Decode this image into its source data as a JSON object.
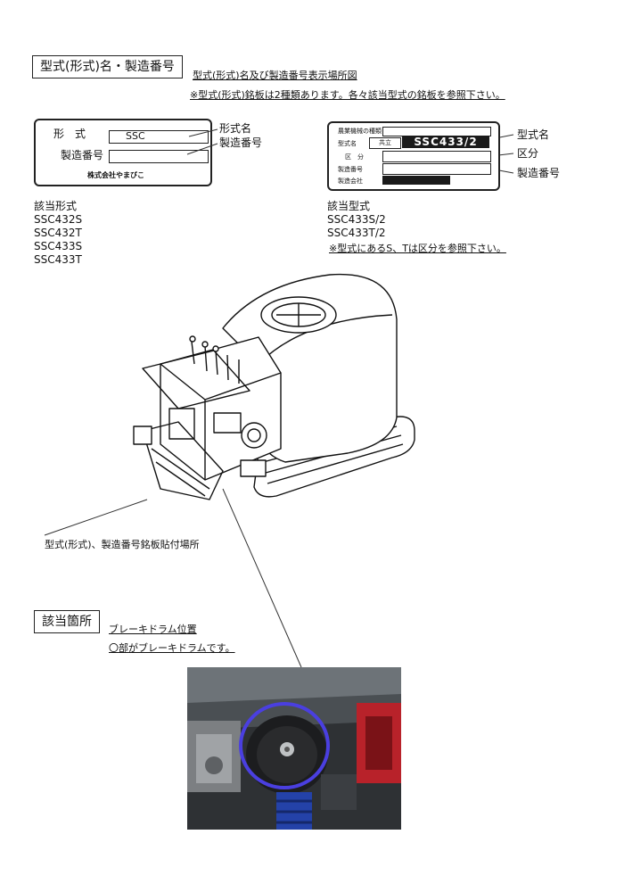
{
  "section1": {
    "title": "型式(形式)名・製造番号",
    "location_heading": "型式(形式)名及び製造番号表示場所図",
    "note": "※型式(形式)銘板は2種類あります。各々該当型式の銘板を参照下さい。"
  },
  "plate_left": {
    "row1_label": "形　式",
    "row1_value": "SSC",
    "row2_label": "製造番号",
    "maker": "株式会社やまびこ",
    "callout_model": "形式名",
    "callout_serial": "製造番号"
  },
  "plate_right": {
    "row_kind_label": "農業機械の種類",
    "row_model_label": "型式名",
    "row_model_prefix": "共立",
    "row_model_value": "SSC433/2",
    "row_div_label": "区　分",
    "row_serial_label": "製造番号",
    "row_maker_label": "製造会社",
    "callout_model": "型式名",
    "callout_div": "区分",
    "callout_serial": "製造番号"
  },
  "left_models": {
    "heading": "該当形式",
    "items": [
      "SSC432S",
      "SSC432T",
      "SSC433S",
      "SSC433T"
    ]
  },
  "right_models": {
    "heading": "該当型式",
    "items": [
      "SSC433S/2",
      "SSC433T/2"
    ],
    "note": "※型式にあるS、Tは区分を参照下さい。"
  },
  "machine_caption": "型式(形式)、製造番号銘板貼付場所",
  "section2": {
    "title": "該当箇所",
    "subheading": "ブレーキドラム位置",
    "note": "〇部がブレーキドラムです。"
  },
  "colors": {
    "highlight_circle": "#4a3fe0",
    "photo_bg": "#2e3134",
    "text": "#111111"
  }
}
